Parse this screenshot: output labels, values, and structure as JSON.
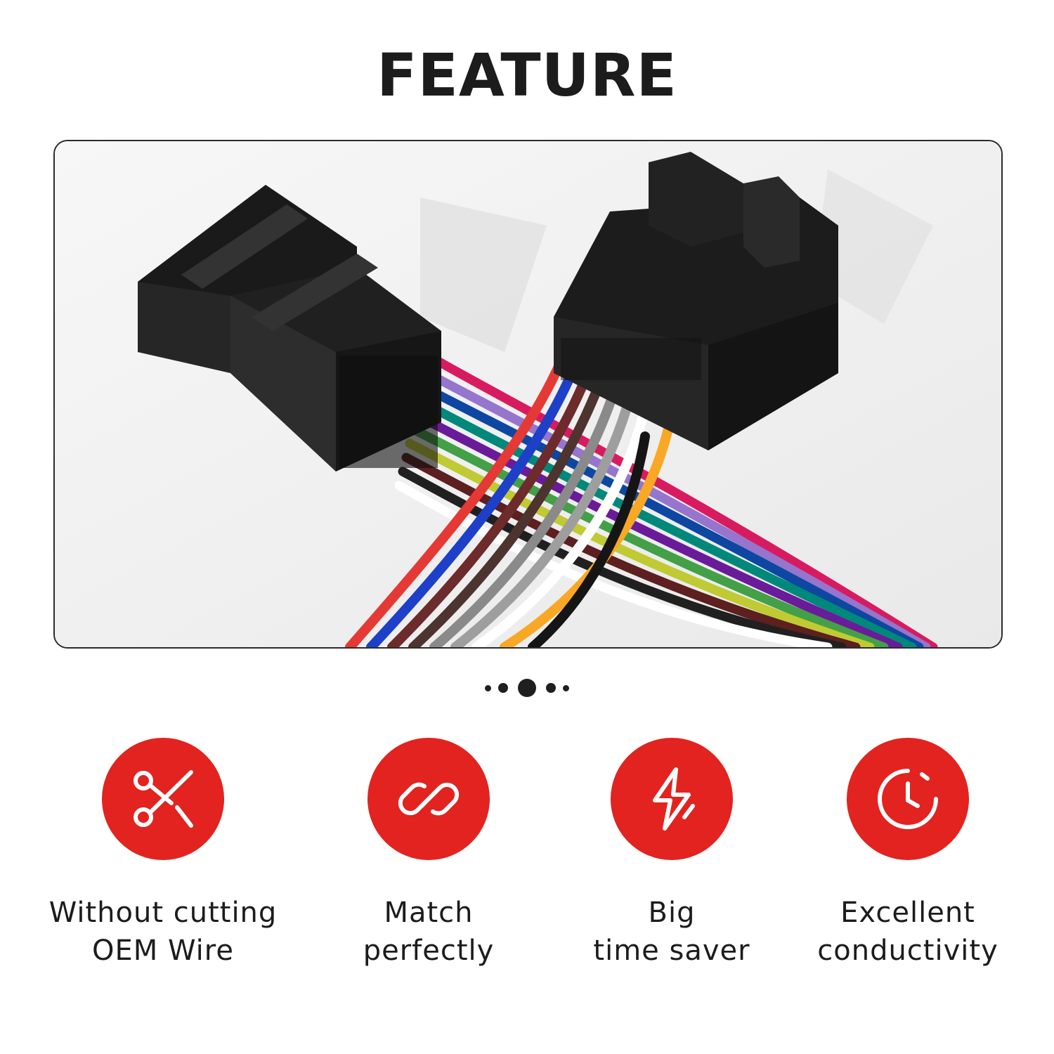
{
  "title": "FEATURE",
  "photo": {
    "description_icon": "wire-harness-photo"
  },
  "carousel": {
    "dots": 5,
    "active_index": 2
  },
  "features": [
    {
      "icon": "scissors-icon",
      "line1": "Without cutting",
      "line2": "OEM Wire"
    },
    {
      "icon": "link-icon",
      "line1": "Match",
      "line2": "perfectly"
    },
    {
      "icon": "lightning-icon",
      "line1": "Big",
      "line2": "time saver"
    },
    {
      "icon": "clock-icon",
      "line1": "Excellent",
      "line2": "conductivity"
    }
  ],
  "colors": {
    "accent": "#e2231f",
    "text": "#1c1c1c"
  }
}
